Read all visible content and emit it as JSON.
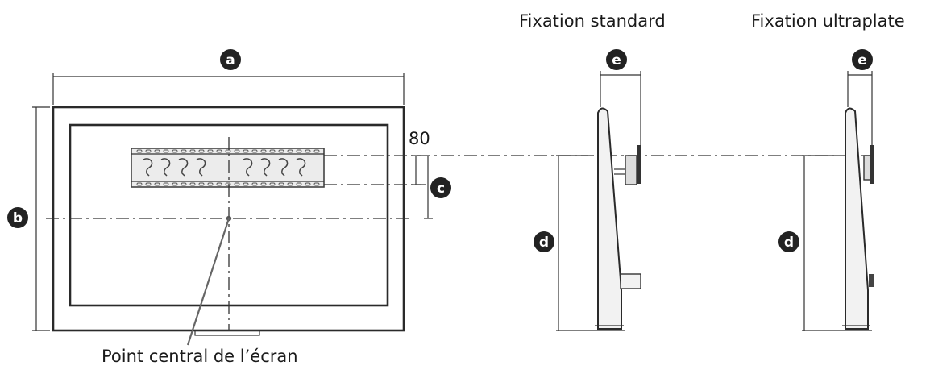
{
  "headings": {
    "standard": "Fixation standard",
    "ultraslim": "Fixation ultraplate"
  },
  "dimension_80": "80",
  "caption": "Point central de l’écran",
  "badges": {
    "a": "a",
    "b": "b",
    "c": "c",
    "d_standard": "d",
    "d_ultraslim": "d",
    "e_standard": "e",
    "e_ultraslim": "e"
  },
  "colors": {
    "badge_fill": "#222222",
    "line": "#333333",
    "bracket_fill": "#e6e6e6"
  }
}
